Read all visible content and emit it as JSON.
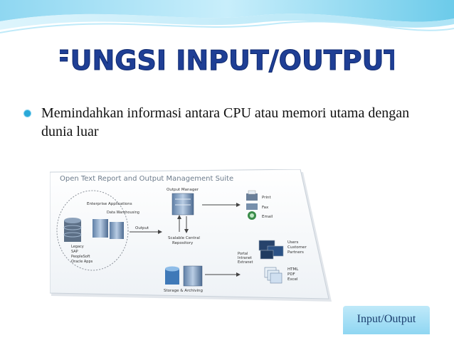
{
  "slide": {
    "title": "FUNGSI INPUT/OUTPUT",
    "bullet": "Memindahkan informasi antara CPU atau memori utama dengan dunia luar",
    "footer_label": "Input/Output"
  },
  "diagram": {
    "heading": "Open Text Report and Output Management Suite",
    "enterprise_apps": "Enterprise Applications",
    "data_warehousing": "Data Warehousing",
    "legacy_list": [
      "Legacy",
      "SAP",
      "PeopleSoft",
      "Oracle Apps"
    ],
    "output_label": "Output",
    "output_manager": "Output Manager",
    "repository": [
      "Scalable Central",
      "Repository"
    ],
    "storage": "Storage & Archiving",
    "print_outputs": [
      "Print",
      "Fax",
      "Email"
    ],
    "portal_labels": [
      "Portal",
      "Intranet",
      "Extranet"
    ],
    "user_labels": [
      "Users",
      "Customer",
      "Partners"
    ],
    "formats": [
      "HTML",
      "PDF",
      "Excel"
    ]
  },
  "colors": {
    "accent": "#29a8d8",
    "title_fill": "#1f3f95",
    "footer_bg": "#a6def5"
  }
}
